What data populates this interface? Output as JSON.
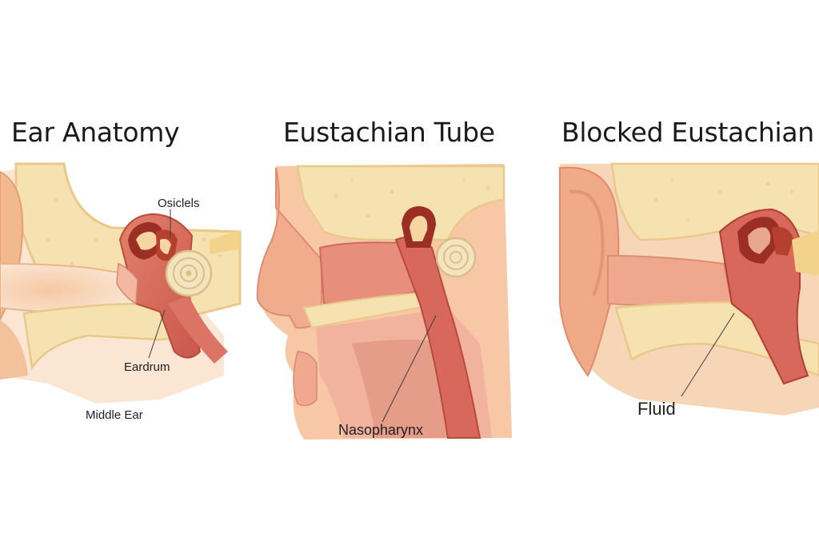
{
  "panels": [
    {
      "title": "Ear Anatomy",
      "labels": {
        "ossicles": "Osiclels",
        "eardrum": "Eardrum",
        "middle_ear": "Middle Ear"
      }
    },
    {
      "title": "Eustachian Tube",
      "labels": {
        "nasopharynx": "Nasopharynx"
      }
    },
    {
      "title": "Blocked Eustachian Tube",
      "labels": {
        "fluid": "Fluid"
      }
    }
  ],
  "colors": {
    "bone": "#f6e2b0",
    "bone_outline": "#e9c98a",
    "skin": "#f7c9a4",
    "flesh": "#ec9a86",
    "tissue_red": "#d6655a",
    "dark_red": "#9c2f25",
    "cochlea": "#f3e4bf"
  }
}
